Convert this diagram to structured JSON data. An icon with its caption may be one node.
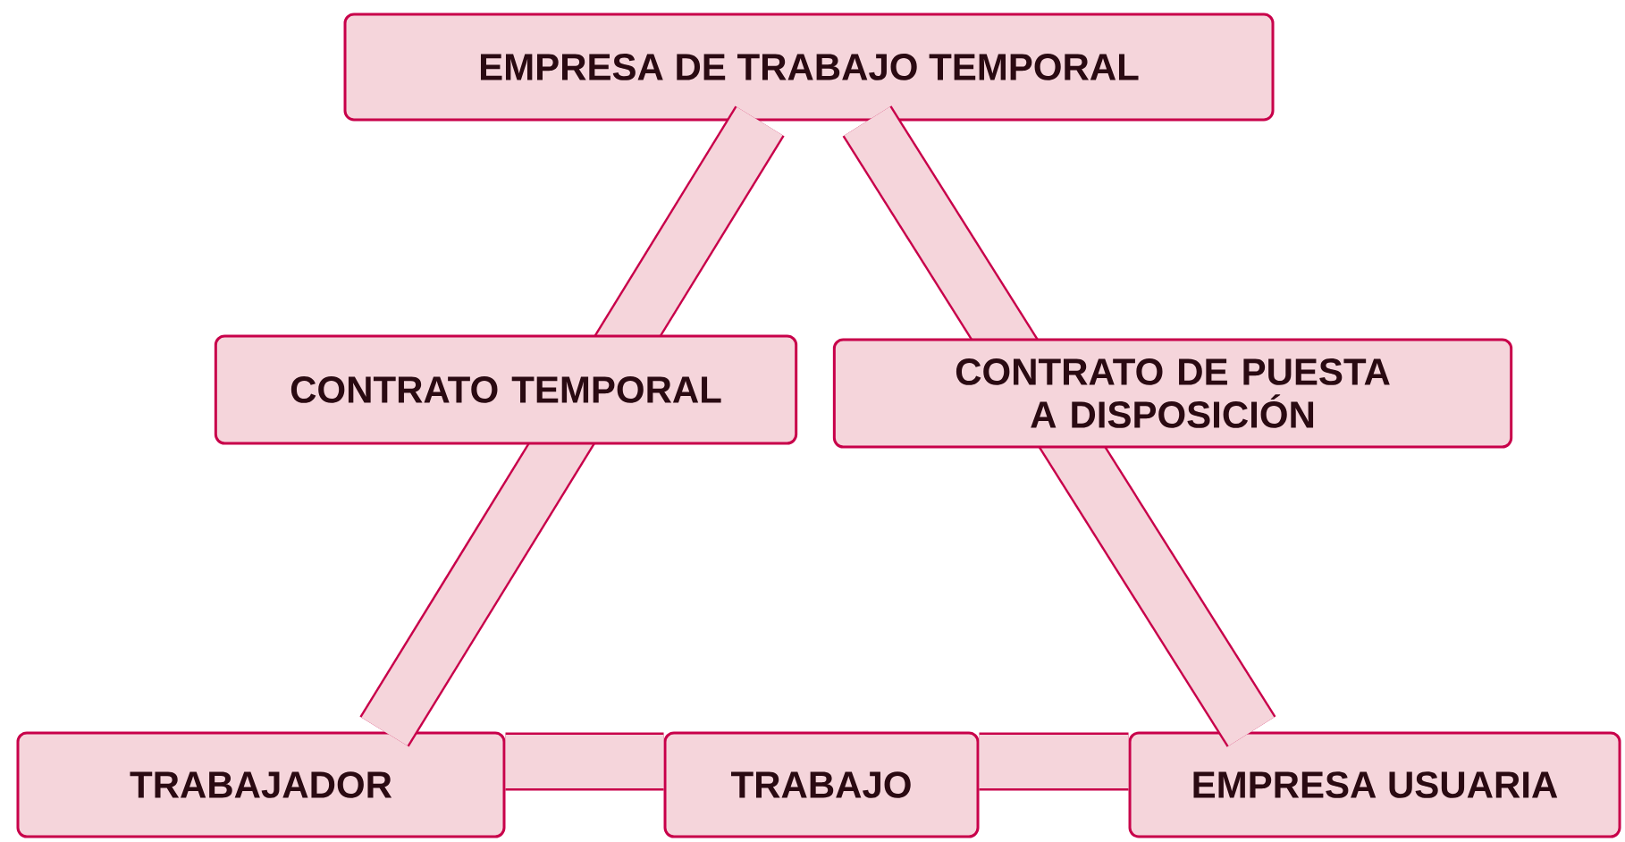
{
  "diagram": {
    "nodes": [
      {
        "text": [
          "EMPRESA DE TRABAJO TEMPORAL"
        ]
      },
      {
        "text": [
          "TRABAJADOR"
        ]
      },
      {
        "text": [
          "TRABAJO"
        ]
      },
      {
        "text": [
          "EMPRESA USUARIA"
        ]
      }
    ],
    "edges": [
      {
        "from": 0,
        "to": 1,
        "arrow": "none",
        "label": "CONTRATO TEMPORAL"
      },
      {
        "from": 0,
        "to": 3,
        "arrow": "none",
        "label": "CONTRATO DE PUESTA A DISPOSICIÓN"
      },
      {
        "from": 1,
        "to": 2,
        "arrow": "none"
      },
      {
        "from": 2,
        "to": 3,
        "arrow": "none"
      }
    ]
  }
}
